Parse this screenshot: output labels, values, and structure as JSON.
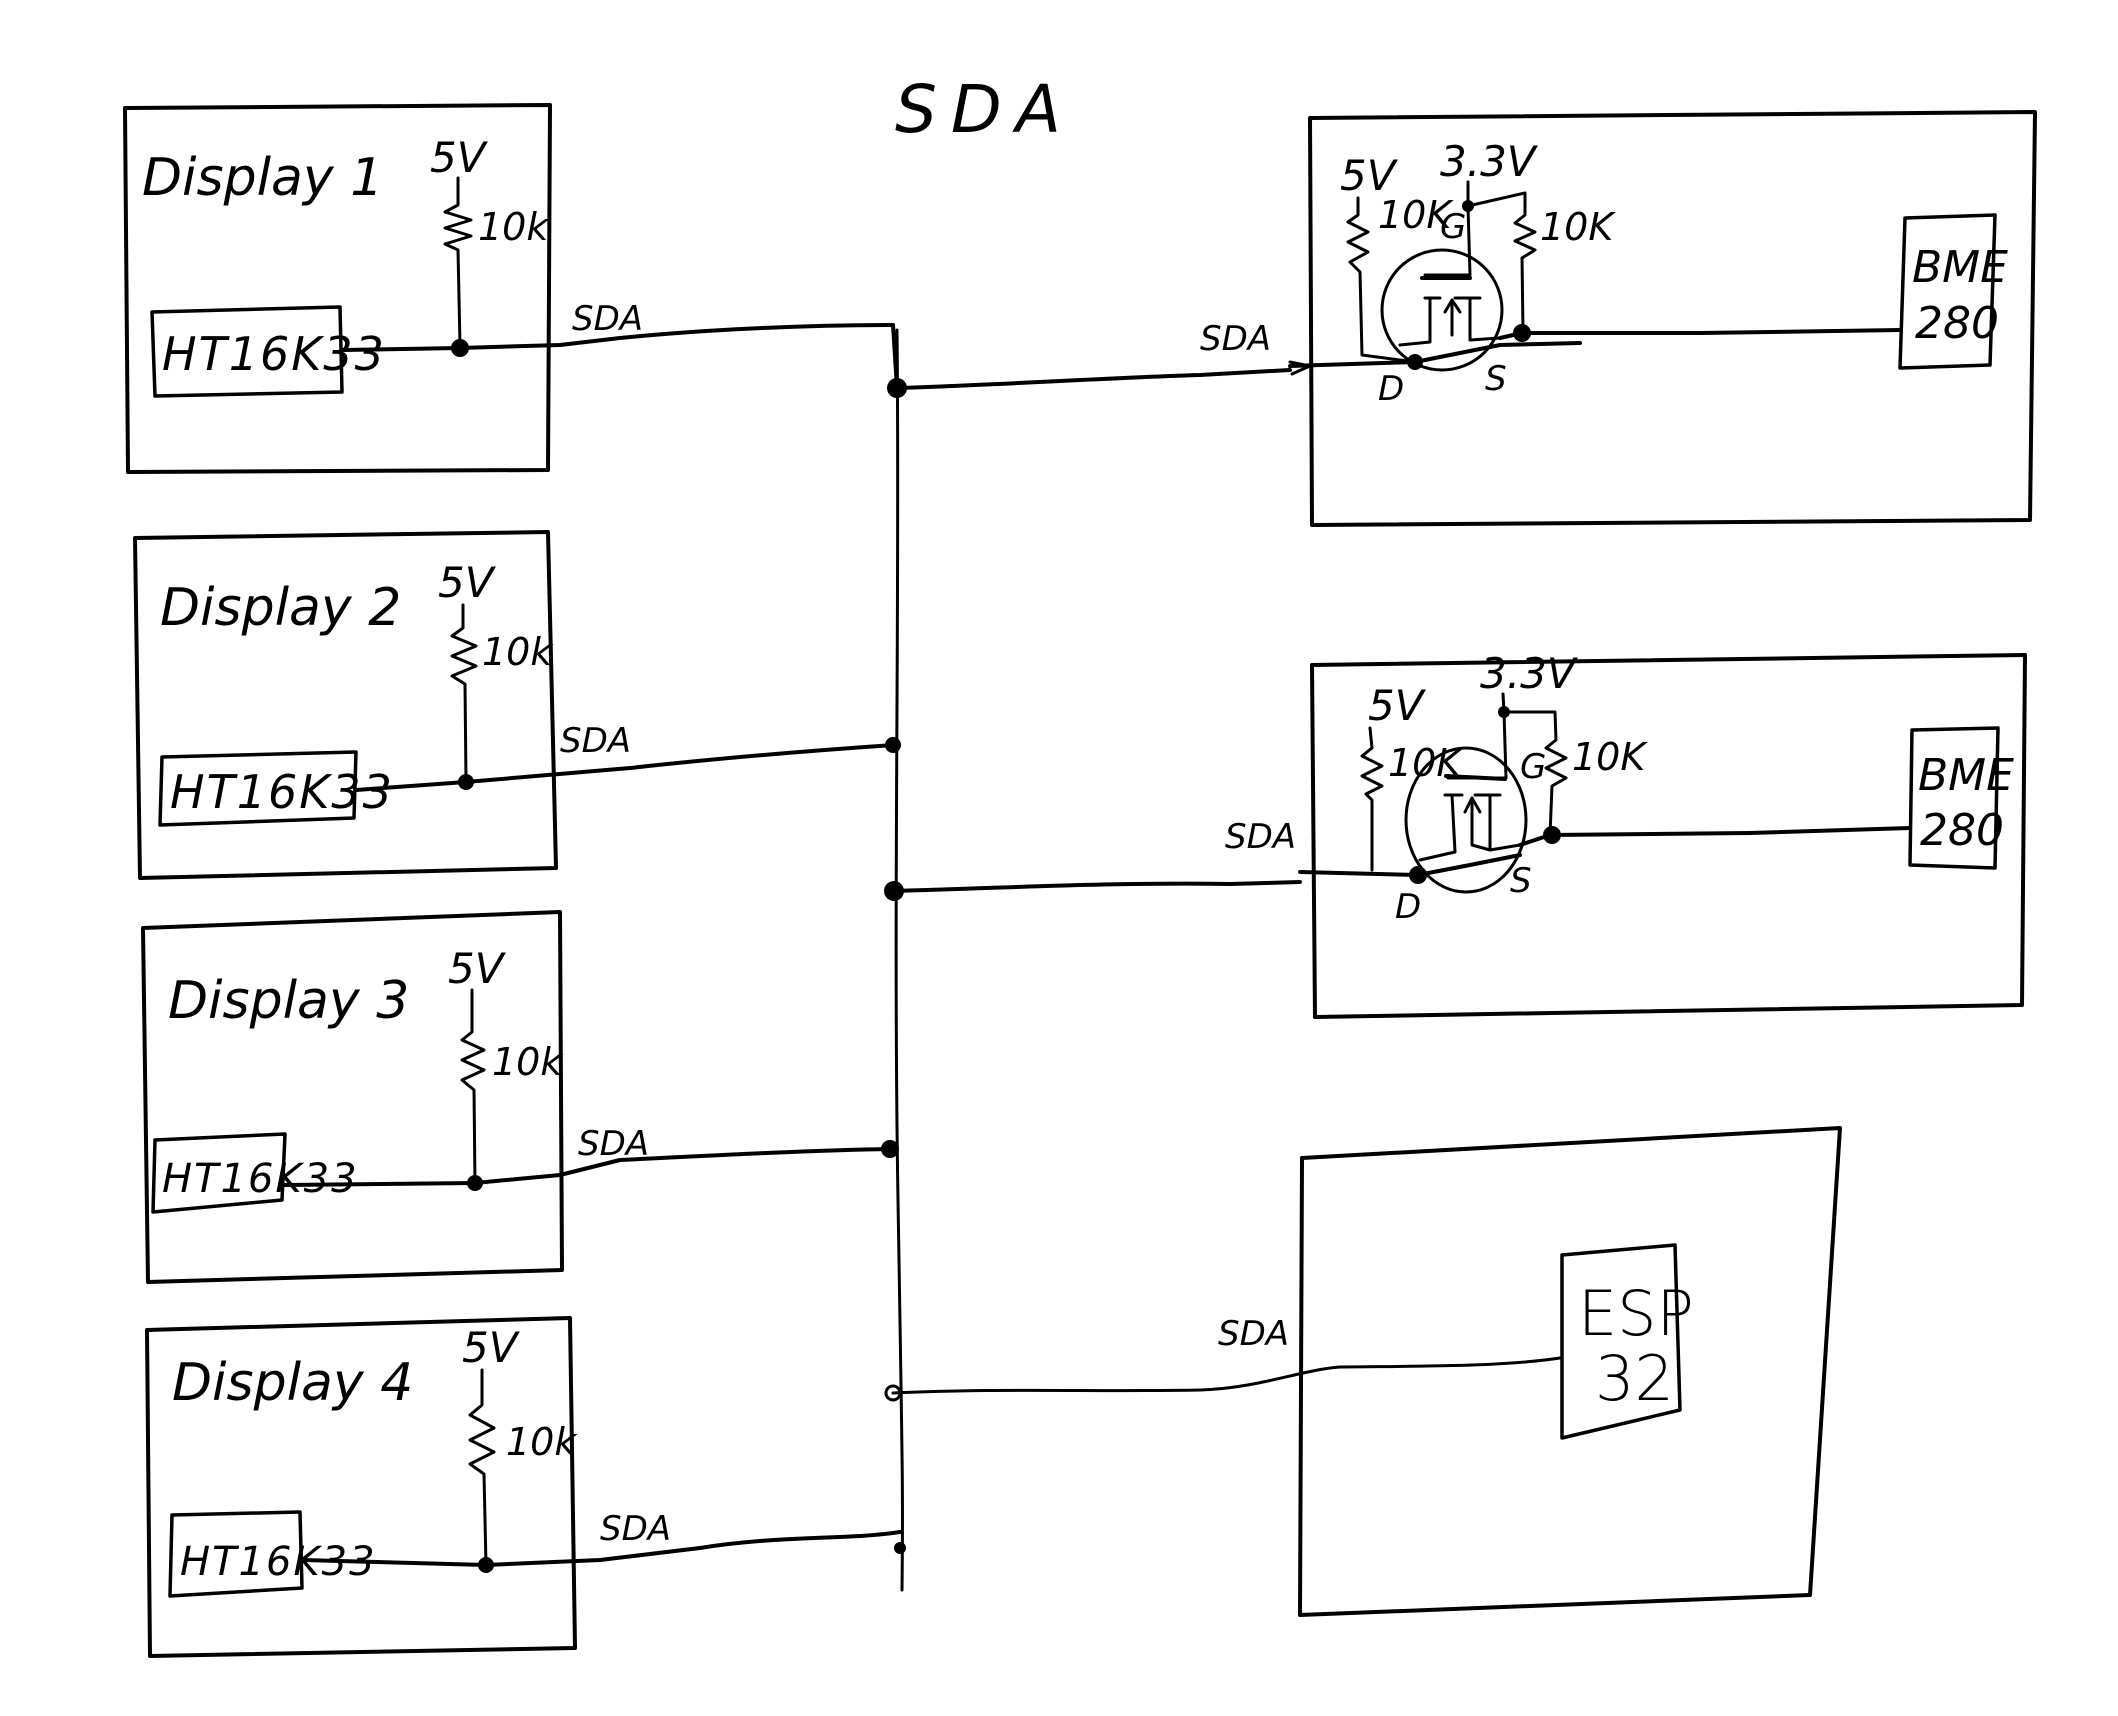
{
  "title": "SDA",
  "bus": {
    "signal": "SDA"
  },
  "displays": [
    {
      "label": "Display 1",
      "chip": "HT16K33",
      "supply": "5V",
      "pullup": "10k",
      "net": "SDA"
    },
    {
      "label": "Display 2",
      "chip": "HT16K33",
      "supply": "5V",
      "pullup": "10k",
      "net": "SDA"
    },
    {
      "label": "Display 3",
      "chip": "HT16K33",
      "supply": "5V",
      "pullup": "10k",
      "net": "SDA"
    },
    {
      "label": "Display 4",
      "chip": "HT16K33",
      "supply": "5V",
      "pullup": "10k",
      "net": "SDA"
    }
  ],
  "level_shifters": [
    {
      "net": "SDA",
      "high_supply": "5V",
      "high_pullup": "10K",
      "low_supply": "3.3V",
      "low_pullup": "10K",
      "pins": {
        "drain": "D",
        "gate": "G",
        "source": "S"
      },
      "sensor": {
        "line1": "BME",
        "line2": "280"
      }
    },
    {
      "net": "SDA",
      "high_supply": "5V",
      "high_pullup": "10K",
      "low_supply": "3.3V",
      "low_pullup": "10K",
      "pins": {
        "drain": "D",
        "gate": "G",
        "source": "S"
      },
      "sensor": {
        "line1": "BME",
        "line2": "280"
      }
    }
  ],
  "controller": {
    "net": "SDA",
    "line1": "ESP",
    "line2": "32"
  }
}
